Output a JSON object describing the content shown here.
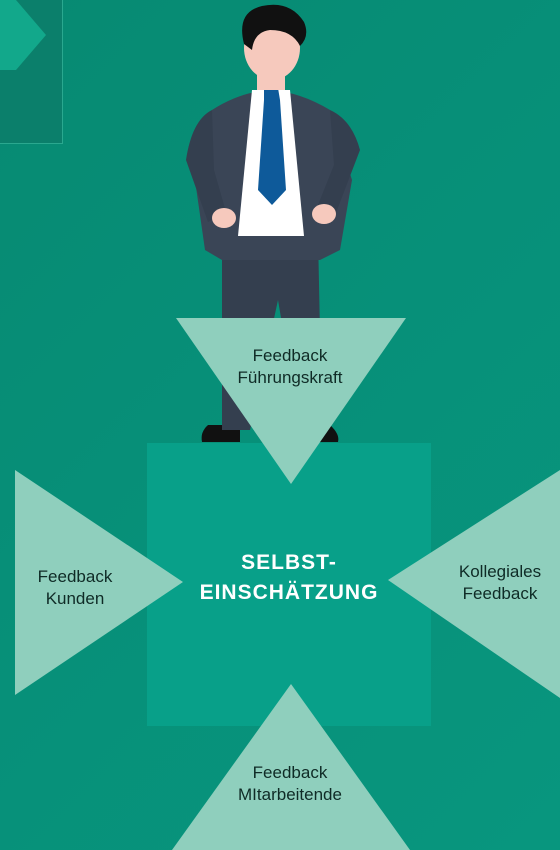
{
  "center": {
    "line1": "SELBST-",
    "line2": "EINSCHÄTZUNG"
  },
  "top": {
    "line1": "Feedback",
    "line2": "Führungskraft"
  },
  "left": {
    "line1": "Feedback",
    "line2": "Kunden"
  },
  "right": {
    "line1": "Kollegiales",
    "line2": "Feedback"
  },
  "bottom": {
    "line1": "Feedback",
    "line2": "MItarbeitende"
  },
  "colors": {
    "background": "#079079",
    "center_square": "#08a089",
    "triangle": "#8fcfbd",
    "suit": "#343f4f",
    "tie": "#0e5a9a",
    "skin": "#f6c9bd",
    "hair": "#111111"
  }
}
